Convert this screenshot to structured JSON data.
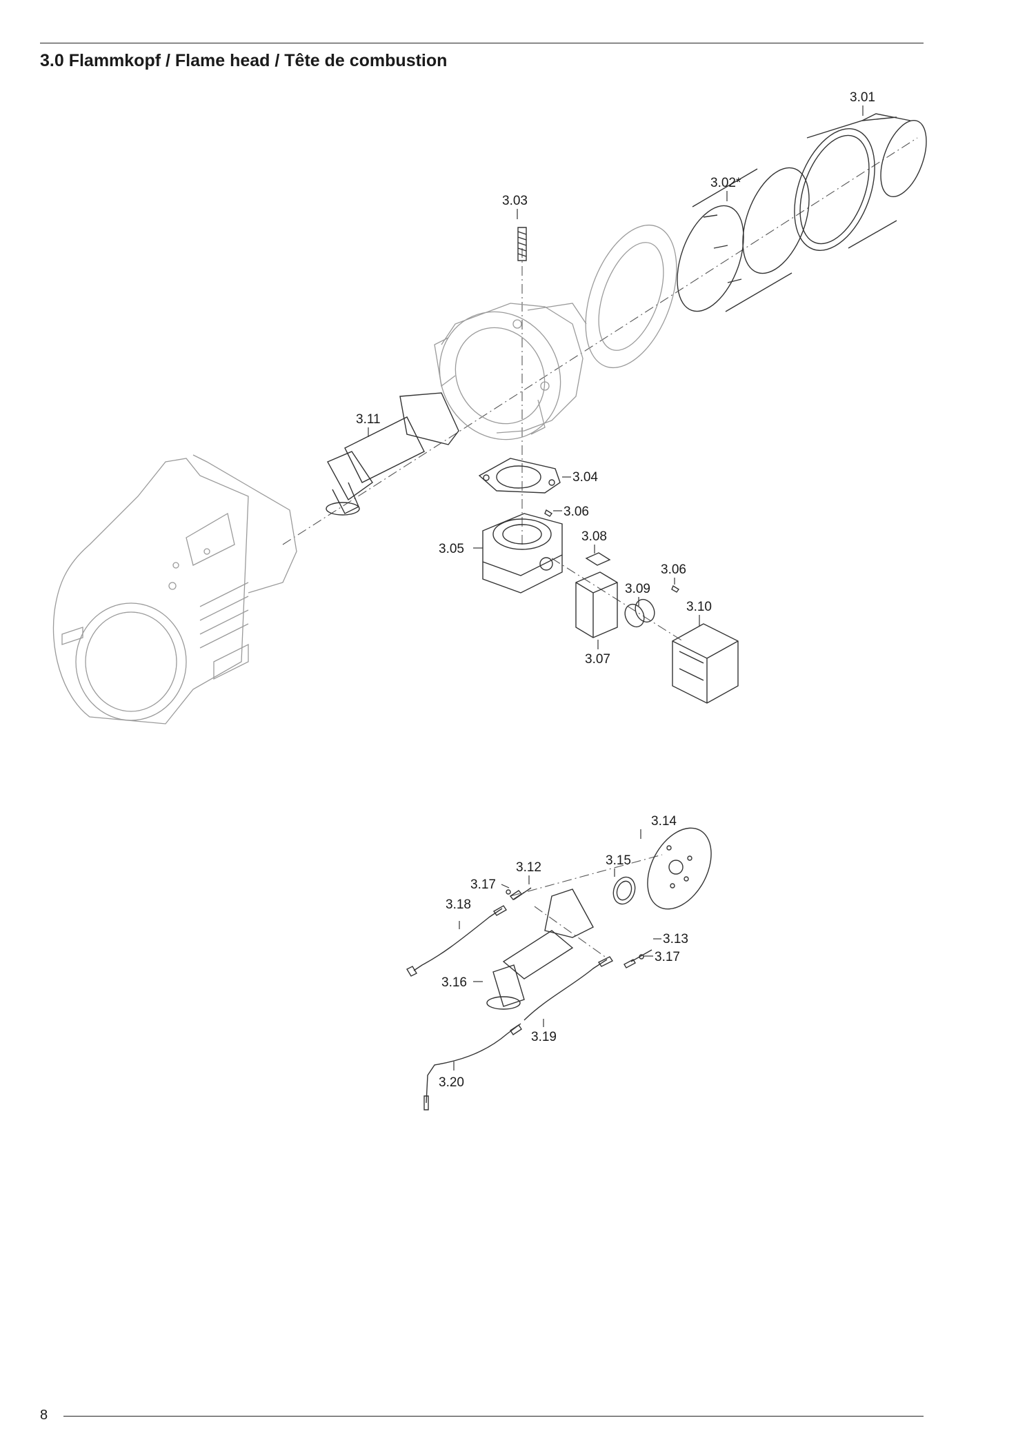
{
  "header": {
    "title": "3.0 Flammkopf / Flame head / Tête de combustion"
  },
  "footer": {
    "page_number": "8"
  },
  "callouts": {
    "c301": "3.01",
    "c302": "3.02*",
    "c303": "3.03",
    "c304": "3.04",
    "c305": "3.05",
    "c306a": "3.06",
    "c306b": "3.06",
    "c307": "3.07",
    "c308": "3.08",
    "c309": "3.09",
    "c310": "3.10",
    "c311": "3.11",
    "c312": "3.12",
    "c313": "3.13",
    "c314": "3.14",
    "c315": "3.15",
    "c316": "3.16",
    "c317a": "3.17",
    "c317b": "3.17",
    "c318": "3.18",
    "c319": "3.19",
    "c320": "3.20"
  },
  "colors": {
    "line": "#333333",
    "ghost_line": "#9a9a9a",
    "background": "#ffffff"
  }
}
